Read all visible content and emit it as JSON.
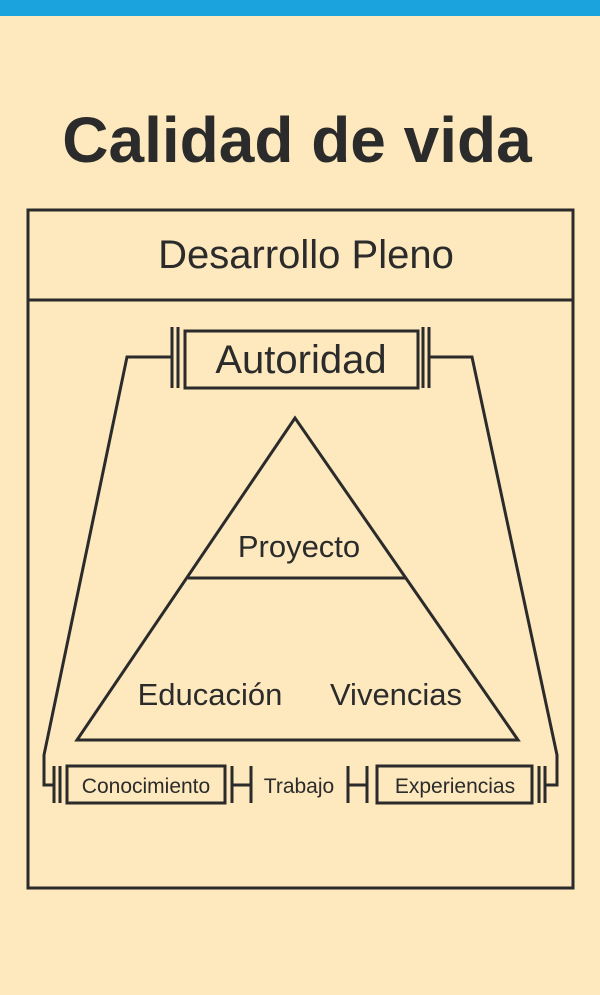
{
  "title": "Calidad de vida",
  "diagram": {
    "top_box": "Desarrollo Pleno",
    "authority": "Autoridad",
    "pyramid_top": "Proyecto",
    "pyramid_bottom_left": "Educación",
    "pyramid_bottom_right": "Vivencias",
    "bottom_left": "Conocimiento",
    "bottom_middle": "Trabajo",
    "bottom_right": "Experiencias"
  },
  "colors": {
    "background": "#fde9bd",
    "top_bar": "#1aa3dd",
    "stroke": "#2b2b2b"
  }
}
